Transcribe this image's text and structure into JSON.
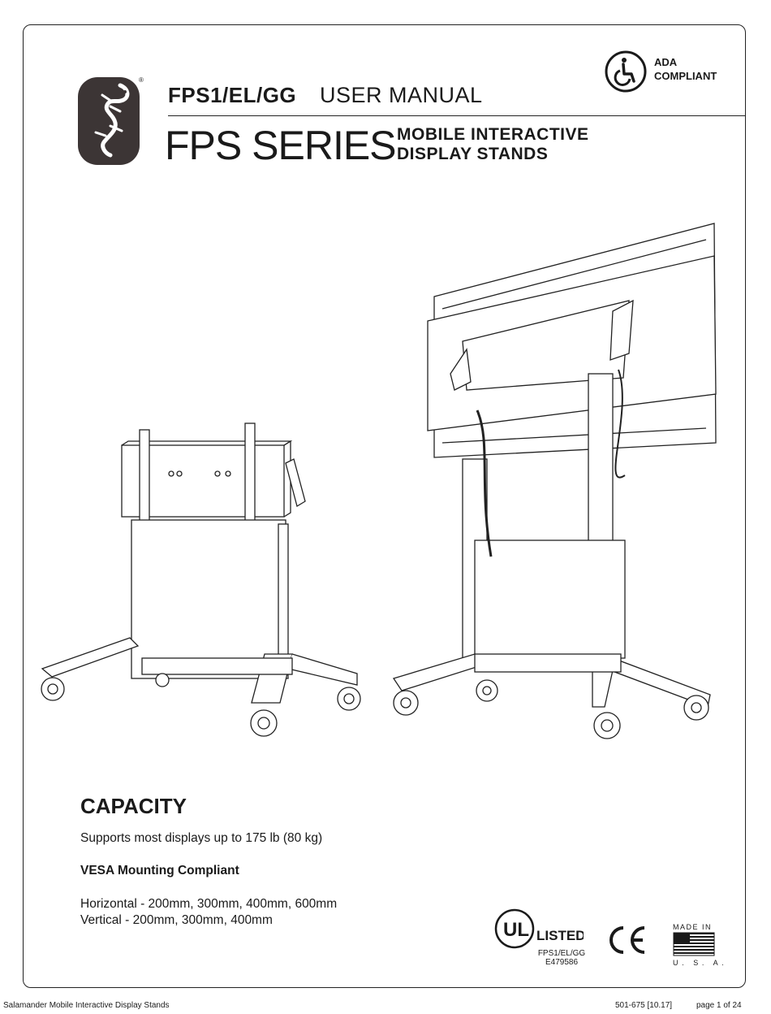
{
  "header": {
    "model": "FPS1/EL/GG",
    "manual": "USER MANUAL",
    "series": "FPS SERIES",
    "subtitle_line1": "MOBILE INTERACTIVE",
    "subtitle_line2": "DISPLAY STANDS",
    "registered_mark": "®",
    "ada_line1": "ADA",
    "ada_line2": "COMPLIANT"
  },
  "icons": {
    "logo": "salamander-logo-icon",
    "ada": "wheelchair-icon",
    "ul": "ul-listed-icon",
    "ce": "ce-mark-icon",
    "flag": "us-flag-icon"
  },
  "capacity": {
    "title": "CAPACITY",
    "text": "Supports most displays up to 175 lb (80 kg)",
    "vesa_title": "VESA Mounting Compliant",
    "horizontal": "Horizontal - 200mm, 300mm, 400mm, 600mm",
    "vertical": "Vertical - 200mm, 300mm, 400mm"
  },
  "certifications": {
    "ul_text": "LISTED",
    "ul_model": "FPS1/EL/GG",
    "ul_number": "E479586",
    "made_in": "MADE IN",
    "usa": "U. S. A."
  },
  "footer": {
    "left": "Salamander Mobile Interactive Display Stands",
    "code": "501-675 [10.17]",
    "page": "page  1 of 24"
  }
}
